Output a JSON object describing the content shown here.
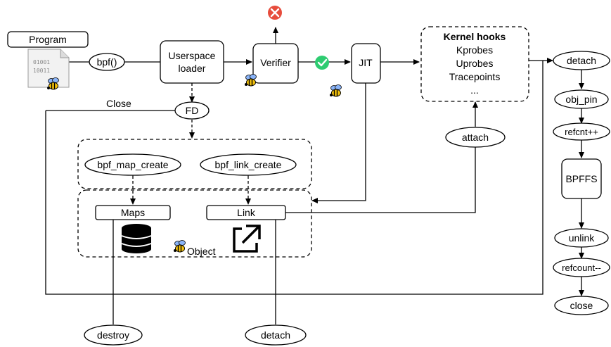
{
  "nodes": {
    "program": "Program",
    "bpf_call": "bpf()",
    "userspace_loader_line1": "Userspace",
    "userspace_loader_line2": "loader",
    "verifier": "Verifier",
    "jit": "JIT",
    "kernel_hooks_title": "Kernel hooks",
    "kernel_hooks_items": [
      "Kprobes",
      "Uprobes",
      "Tracepoints",
      "..."
    ],
    "close_label": "Close",
    "fd": "FD",
    "bpf_map_create": "bpf_map_create",
    "bpf_link_create": "bpf_link_create",
    "maps": "Maps",
    "link": "Link",
    "object": "Object",
    "attach": "attach",
    "destroy": "destroy",
    "detach_bottom": "detach"
  },
  "pin_flow": [
    "detach",
    "obj_pin",
    "refcnt++",
    "BPFFS",
    "unlink",
    "refcount--",
    "close"
  ],
  "file_icon_text": [
    "01001",
    "10011"
  ],
  "colors": {
    "reject": "#e74c3c",
    "accept": "#2ecc71",
    "bee_body": "#f4c20d",
    "bee_wing": "#8ab4f8"
  },
  "icons": {
    "reject": "reject-icon",
    "accept": "check-icon",
    "file": "binary-file-icon",
    "database": "database-icon",
    "link": "external-link-icon",
    "bee": "ebpf-bee-icon"
  }
}
